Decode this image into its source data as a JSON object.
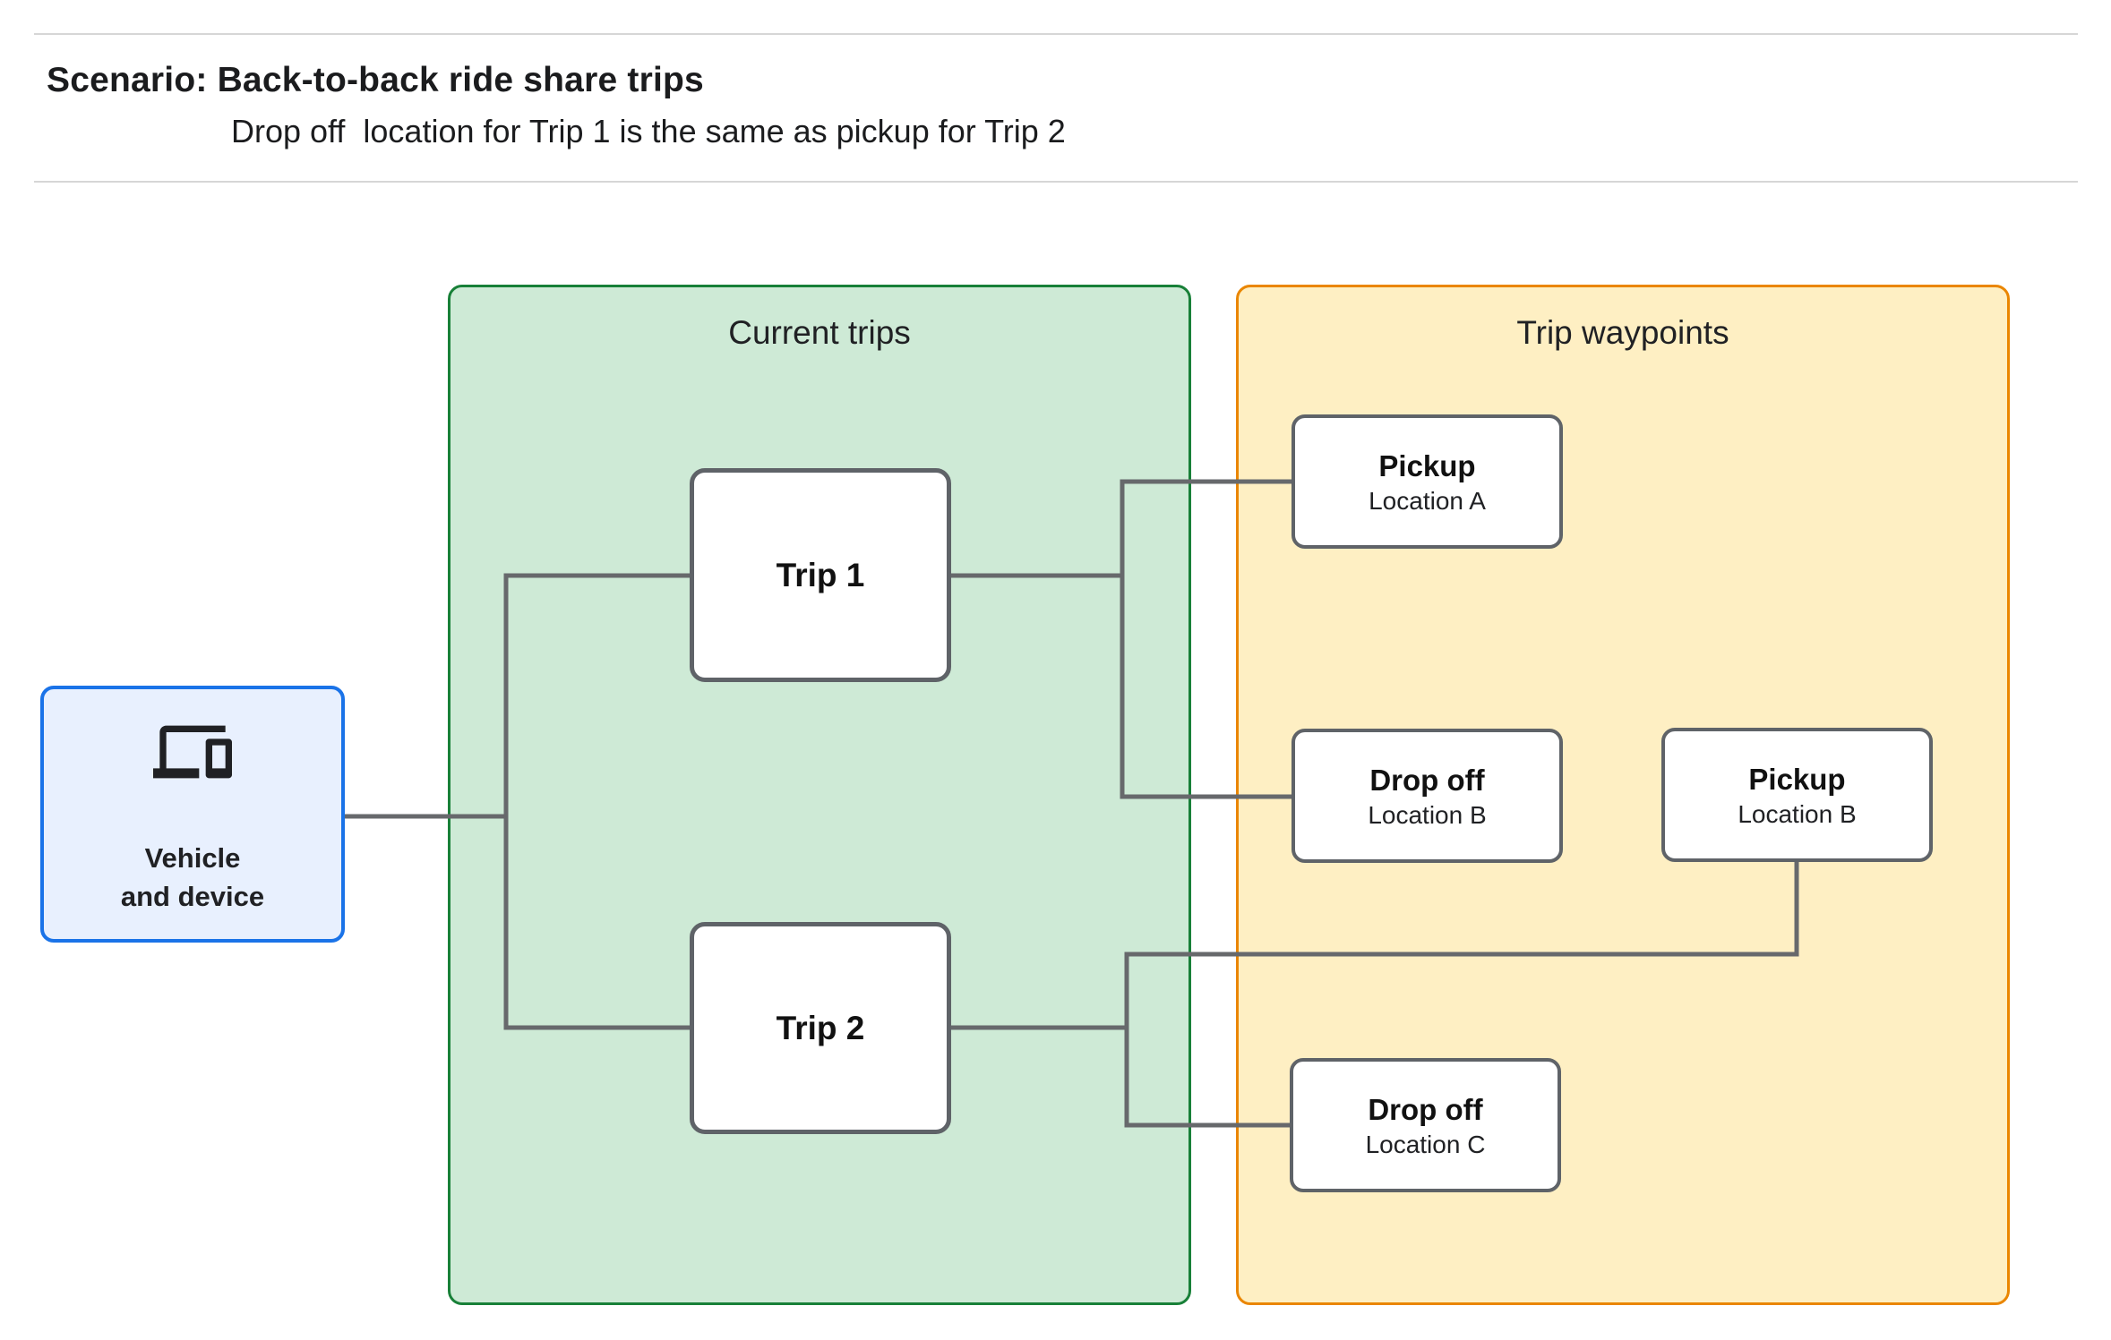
{
  "header": {
    "title": "Scenario: Back-to-back ride share trips",
    "subtitle": "Drop off  location for Trip 1 is the same as pickup for Trip 2"
  },
  "vehicle_node": {
    "icon": "devices-icon",
    "label_line1": "Vehicle",
    "label_line2": "and device"
  },
  "groups": {
    "current_trips": {
      "title": "Current trips"
    },
    "trip_waypoints": {
      "title": "Trip waypoints"
    }
  },
  "trips": [
    {
      "label": "Trip 1"
    },
    {
      "label": "Trip 2"
    }
  ],
  "waypoints": [
    {
      "label": "Pickup",
      "sublabel": "Location A"
    },
    {
      "label": "Drop off",
      "sublabel": "Location B"
    },
    {
      "label": "Pickup",
      "sublabel": "Location B"
    },
    {
      "label": "Drop off",
      "sublabel": "Location C"
    }
  ],
  "colors": {
    "current_trips_fill": "#ceead6",
    "current_trips_border": "#188038",
    "trip_waypoints_fill": "#feefc3",
    "trip_waypoints_border": "#ea8600",
    "vehicle_fill": "#e8f0fe",
    "vehicle_border": "#1a73e8",
    "node_border_gray": "#5f6368",
    "connector_gray": "#67696c",
    "rule_gray": "#d6d6d6"
  }
}
